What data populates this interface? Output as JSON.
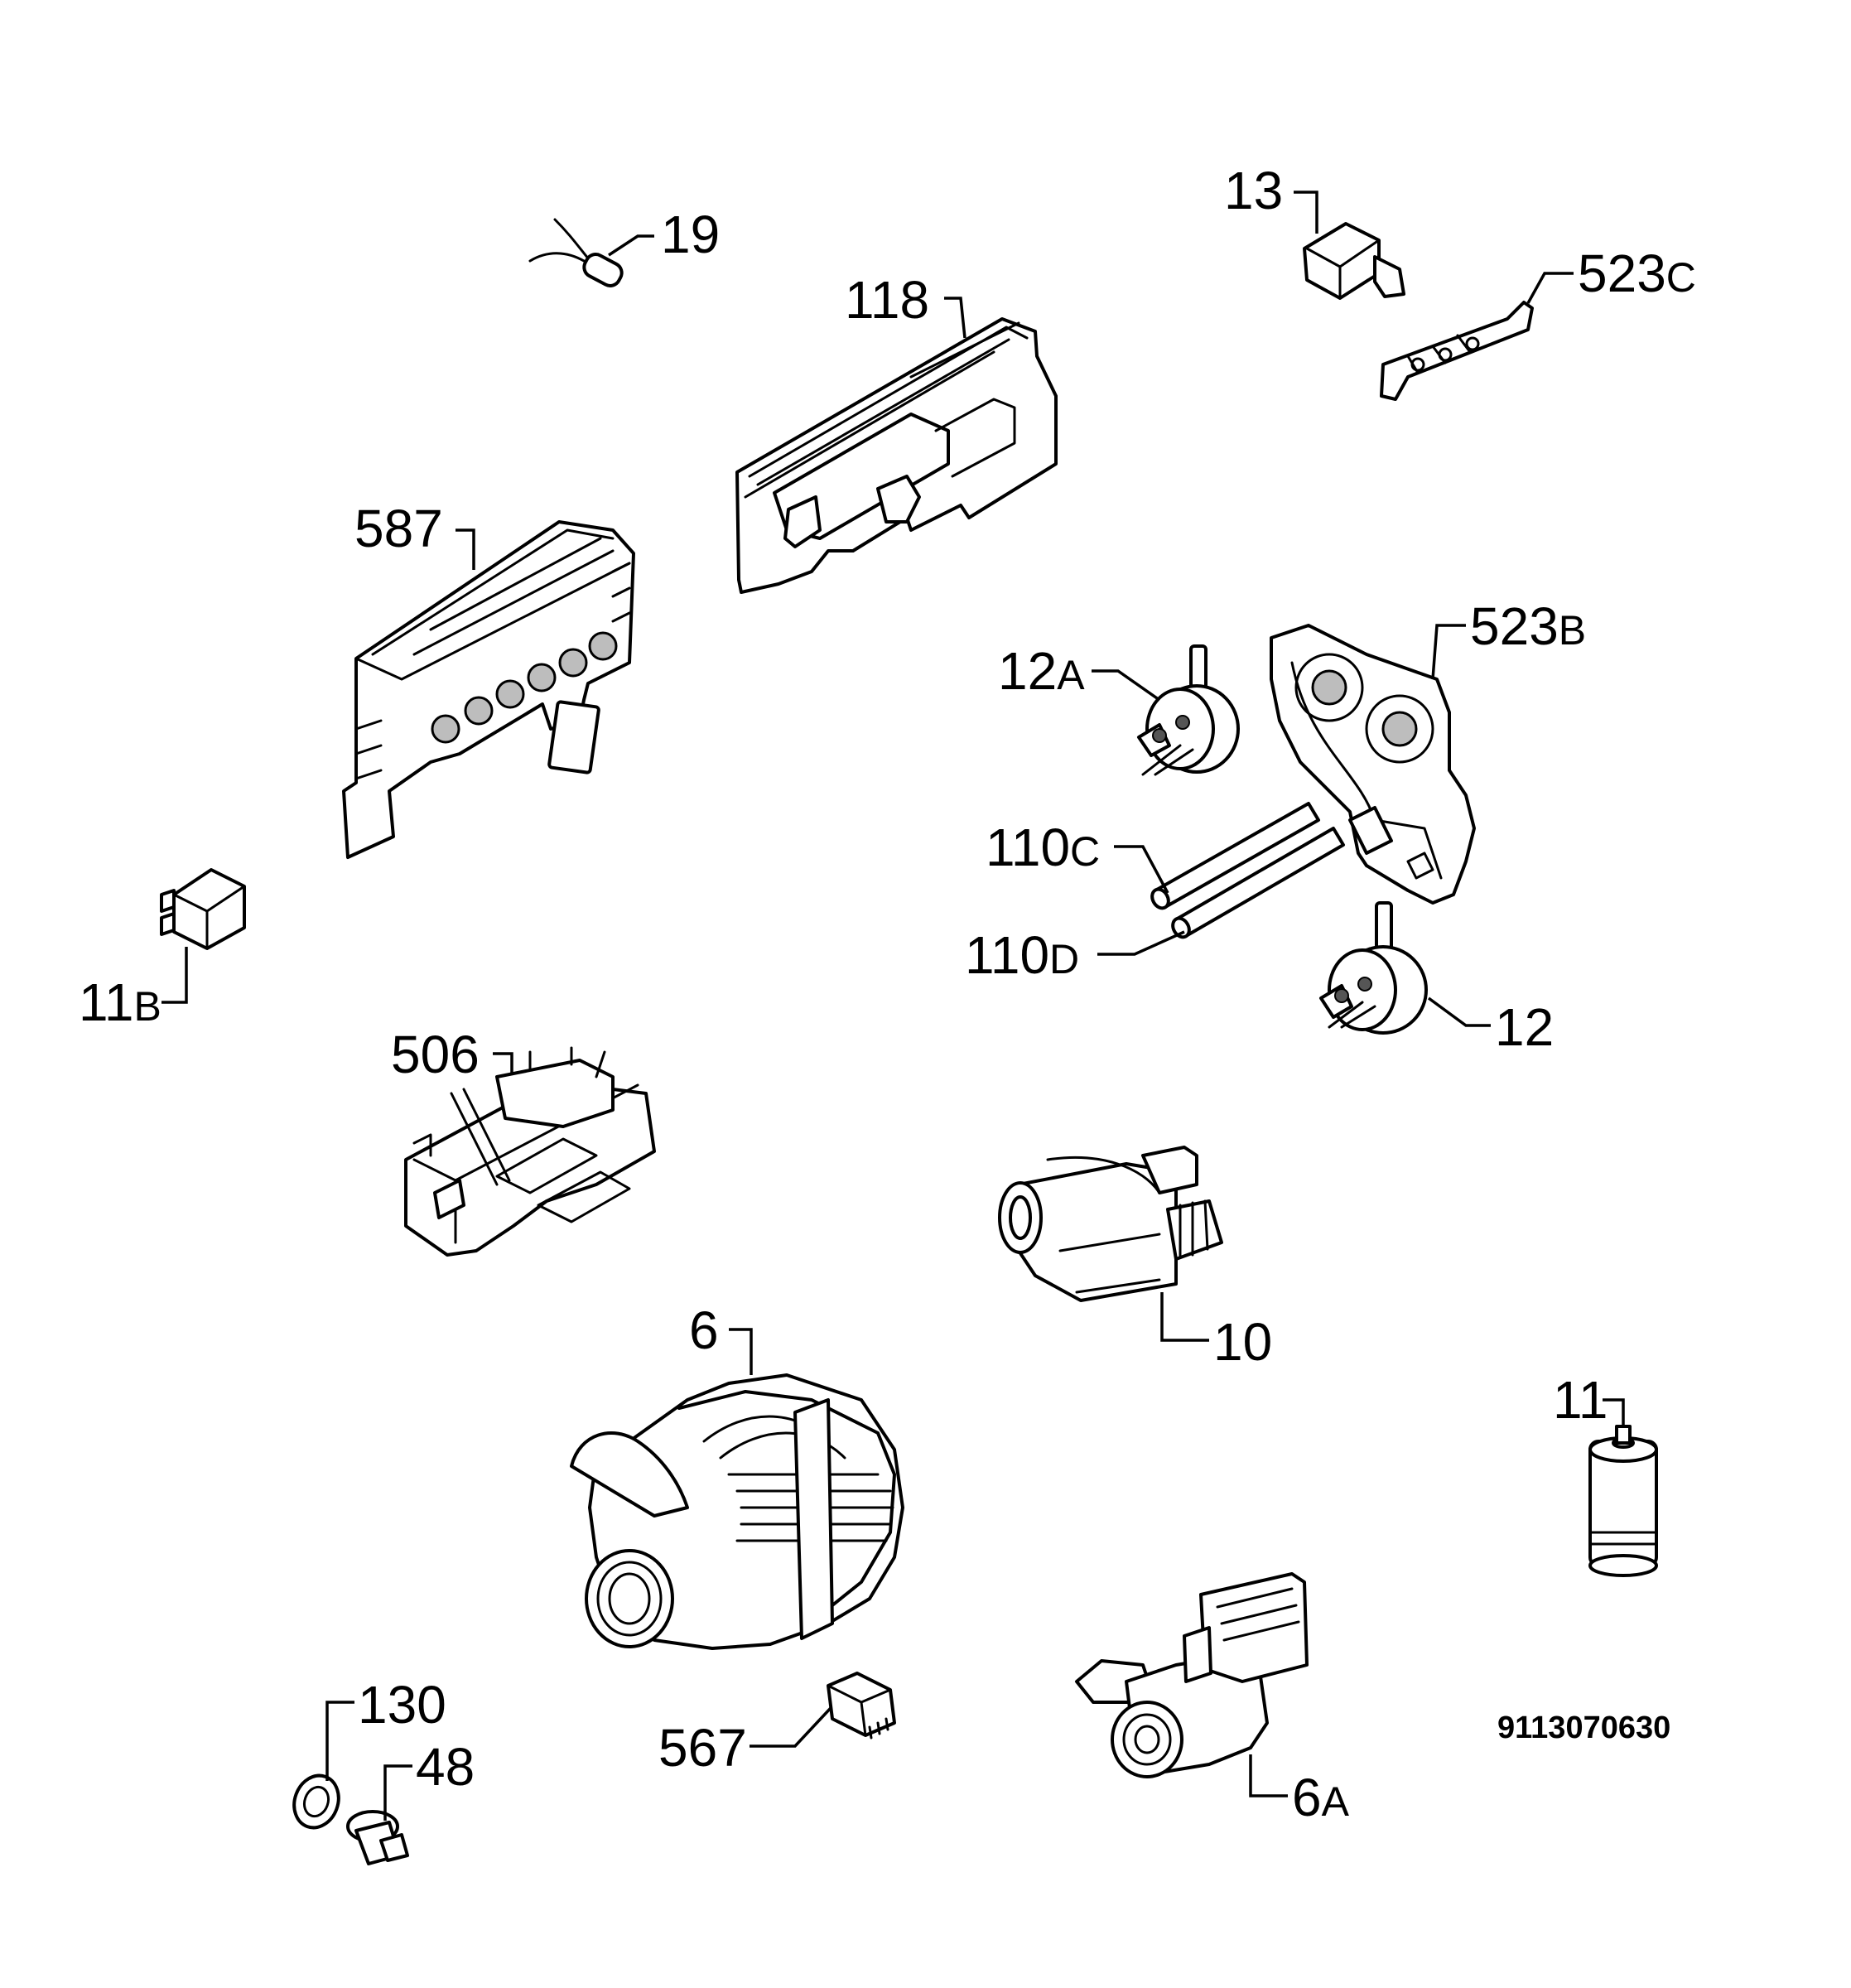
{
  "labels": [
    {
      "key": "l19",
      "num": "19",
      "suffix": ""
    },
    {
      "key": "l13",
      "num": "13",
      "suffix": ""
    },
    {
      "key": "l523c",
      "num": "523",
      "suffix": "C"
    },
    {
      "key": "l118",
      "num": "118",
      "suffix": ""
    },
    {
      "key": "l587",
      "num": "587",
      "suffix": ""
    },
    {
      "key": "l12a",
      "num": "12",
      "suffix": "A"
    },
    {
      "key": "l523b",
      "num": "523",
      "suffix": "B"
    },
    {
      "key": "l110c",
      "num": "110",
      "suffix": "C"
    },
    {
      "key": "l110d",
      "num": "110",
      "suffix": "D"
    },
    {
      "key": "l12",
      "num": "12",
      "suffix": ""
    },
    {
      "key": "l11b",
      "num": "11",
      "suffix": "B"
    },
    {
      "key": "l506",
      "num": "506",
      "suffix": ""
    },
    {
      "key": "l10",
      "num": "10",
      "suffix": ""
    },
    {
      "key": "l6",
      "num": "6",
      "suffix": ""
    },
    {
      "key": "l11",
      "num": "11",
      "suffix": ""
    },
    {
      "key": "l130",
      "num": "130",
      "suffix": ""
    },
    {
      "key": "l48",
      "num": "48",
      "suffix": ""
    },
    {
      "key": "l567",
      "num": "567",
      "suffix": ""
    },
    {
      "key": "l6a",
      "num": "6",
      "suffix": "A"
    }
  ],
  "diagram_code": "9113070630"
}
